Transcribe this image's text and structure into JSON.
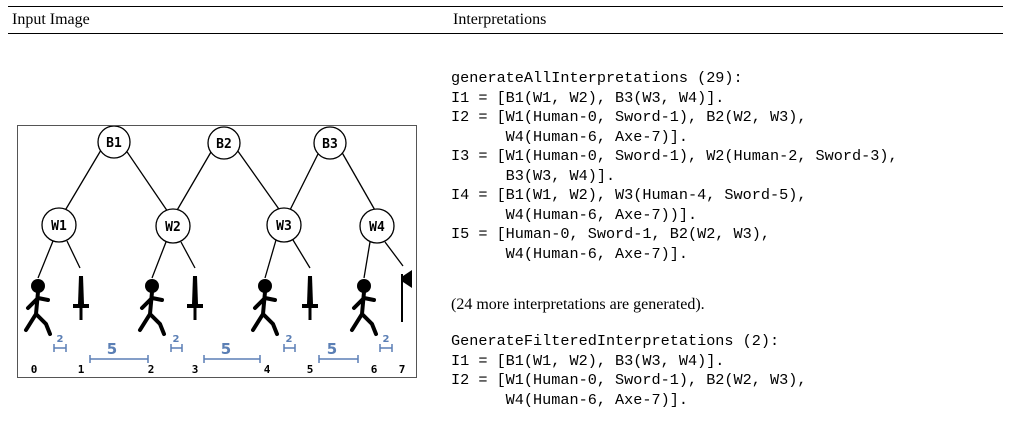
{
  "table": {
    "header_left": "Input Image",
    "header_right": "Interpretations"
  },
  "figure": {
    "nodes": {
      "b": [
        "B1",
        "B2",
        "B3"
      ],
      "w": [
        "W1",
        "W2",
        "W3",
        "W4"
      ]
    },
    "object_indices": [
      "0",
      "1",
      "2",
      "3",
      "4",
      "5",
      "6",
      "7"
    ],
    "gap_labels": [
      "2",
      "5",
      "2",
      "5",
      "2",
      "5",
      "2"
    ],
    "colors": {
      "gap": "#5b7fb5",
      "line": "#000000"
    }
  },
  "code_block_1": {
    "lines": [
      "generateAllInterpretations (29):",
      "I1 = [B1(W1, W2), B3(W3, W4)].",
      "I2 = [W1(Human-0, Sword-1), B2(W2, W3),",
      "      W4(Human-6, Axe-7)].",
      "I3 = [W1(Human-0, Sword-1), W2(Human-2, Sword-3),",
      "      B3(W3, W4)].",
      "I4 = [B1(W1, W2), W3(Human-4, Sword-5),",
      "      W4(Human-6, Axe-7))].",
      "I5 = [Human-0, Sword-1, B2(W2, W3),",
      "      W4(Human-6, Axe-7)]."
    ]
  },
  "note": "(24 more interpretations are generated).",
  "code_block_2": {
    "lines": [
      "GenerateFilteredInterpretations (2):",
      "I1 = [B1(W1, W2), B3(W3, W4)].",
      "I2 = [W1(Human-0, Sword-1), B2(W2, W3),",
      "      W4(Human-6, Axe-7)]."
    ]
  }
}
